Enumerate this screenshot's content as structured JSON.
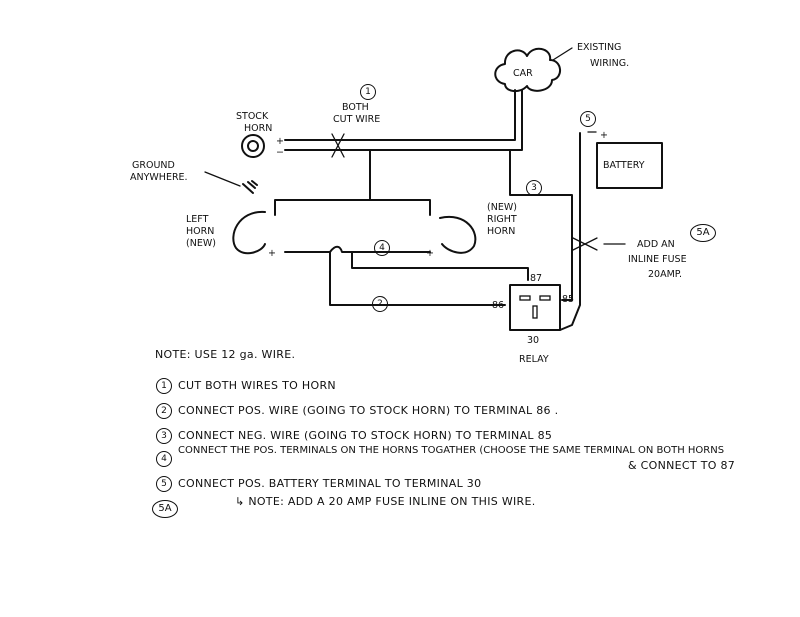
{
  "labels": {
    "existing_wiring": "EXISTING WIRING.",
    "car": "CAR",
    "both_cut_wire": "BOTH CUT WIRE",
    "stock_horn": "STOCK HORN",
    "ground_anywhere": "GROUND ANYWHERE.",
    "left_horn": "LEFT HORN (NEW)",
    "new_right_horn": "(NEW) RIGHT HORN",
    "battery": "BATTERY",
    "add_fuse": "ADD AN INLINE FUSE 20AMP.",
    "relay": "RELAY",
    "t86": "86",
    "t85": "85",
    "t87": "87",
    "t30": "30",
    "plus": "+",
    "minus": "−",
    "step1": "1",
    "step2": "2",
    "step3": "3",
    "step4": "4",
    "step5": "5",
    "step5a": "5A"
  },
  "notes": {
    "header": "NOTE: USE 12 ga. WIRE.",
    "n1_num": "1",
    "n1": "CUT BOTH WIRES TO HORN",
    "n2_num": "2",
    "n2": "CONNECT POS. WIRE (GOING TO STOCK HORN) TO TERMINAL 86 .",
    "n3_num": "3",
    "n3": "CONNECT NEG. WIRE (GOING TO STOCK HORN) TO TERMINAL 85",
    "n4_num": "4",
    "n4": "CONNECT THE POS. TERMINALS ON THE HORNS TOGATHER (CHOOSE THE SAME TERMINAL ON BOTH HORNS",
    "n4b": "& CONNECT TO 87",
    "n5_num": "5",
    "n5": "CONNECT POS. BATTERY TERMINAL TO TERMINAL 30",
    "n5a_num": "5A",
    "n5a": "↳ NOTE: ADD A 20 AMP FUSE INLINE ON THIS WIRE."
  }
}
